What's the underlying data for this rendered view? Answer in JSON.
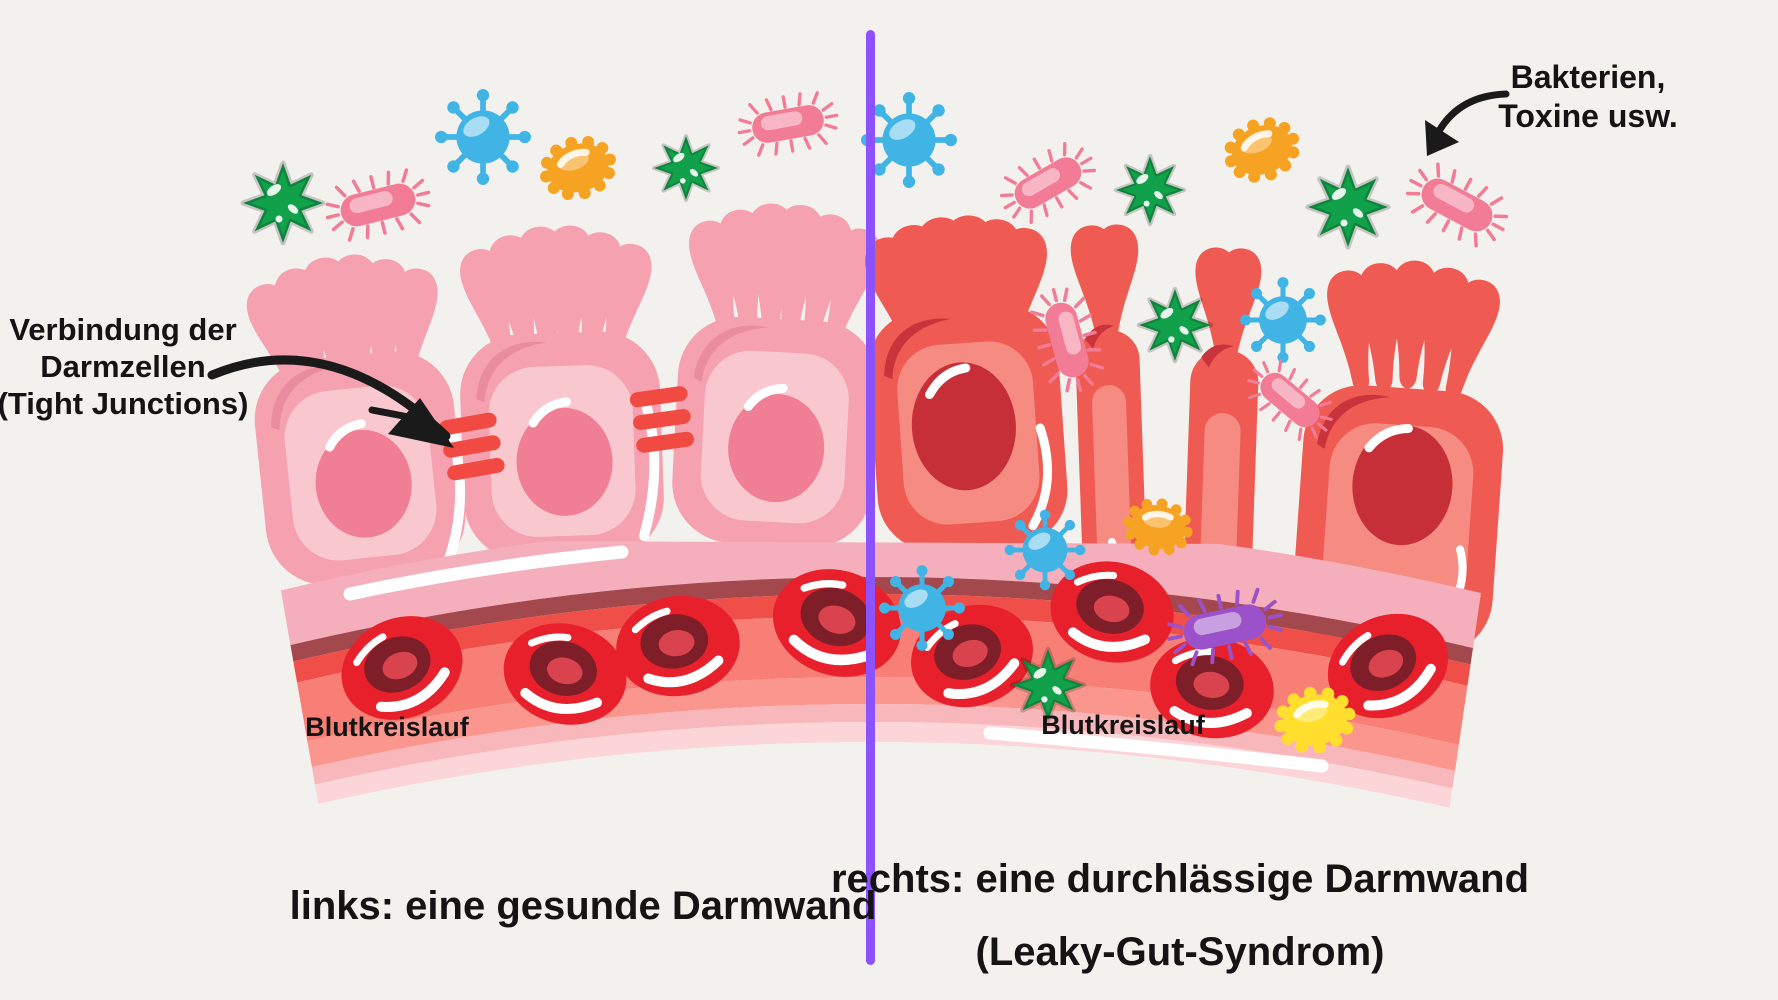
{
  "title": "Darmwand-Vergleich: gesunde vs. durchlässige Darmwand (Leaky-Gut-Syndrom)",
  "labels": {
    "tight_junctions_line1": "Verbindung der",
    "tight_junctions_line2": "Darmzellen",
    "tight_junctions_line3": "(Tight Junctions)",
    "bacteria_line1": "Bakterien,",
    "bacteria_line2": "Toxine usw.",
    "bloodstream_left": "Blutkreislauf",
    "bloodstream_right": "Blutkreislauf"
  },
  "captions": {
    "left": "links: eine gesunde Darmwand",
    "right_line1": "rechts: eine durchlässige Darmwand",
    "right_line2": "(Leaky-Gut-Syndrom)"
  },
  "icons": {
    "bacteria_star": "green-spiky-bacterium-icon",
    "virus": "blue-virus-icon",
    "bacillus": "rod-bacterium-with-cilia-icon",
    "toxin_blob": "scalloped-toxin-blob-icon",
    "red_blood_cell": "red-blood-cell-icon",
    "tight_junction": "red-junction-bars-icon",
    "arrow": "hand-drawn-black-arrow-icon"
  },
  "colors": {
    "bg": "#F3F1EE",
    "ink": "#141414",
    "divider": "#8C52FF",
    "cell_pink": "#F5A1AF",
    "cell_pink_inner": "#F9C8CF",
    "cell_pink_dark": "#EA8CA0",
    "nucleus_pink": "#F07E95",
    "cell_red": "#EF5A52",
    "cell_red_inner": "#F58B81",
    "cell_red_dark": "#C8333C",
    "nucleus_red": "#C62F38",
    "junction_red": "#F04A42",
    "vessel_band1": "#F5AEBB",
    "vessel_band2": "#A3494E",
    "vessel_band3": "#EF4F48",
    "vessel_band4": "#F87F76",
    "vessel_band5": "#FA968D",
    "vessel_band6": "#F8B7BB",
    "vessel_band7": "#FBD5D8",
    "rbc": "#E8202B",
    "rbc_ring": "#7E1E28",
    "rbc_core": "#D8434E",
    "microbe_green": "#12A14B",
    "microbe_blue": "#41B4E6",
    "microbe_orange": "#F6A323",
    "microbe_yellow": "#FFDE2E",
    "microbe_purple": "#9B51C9",
    "microbe_pink": "#F27B95"
  }
}
